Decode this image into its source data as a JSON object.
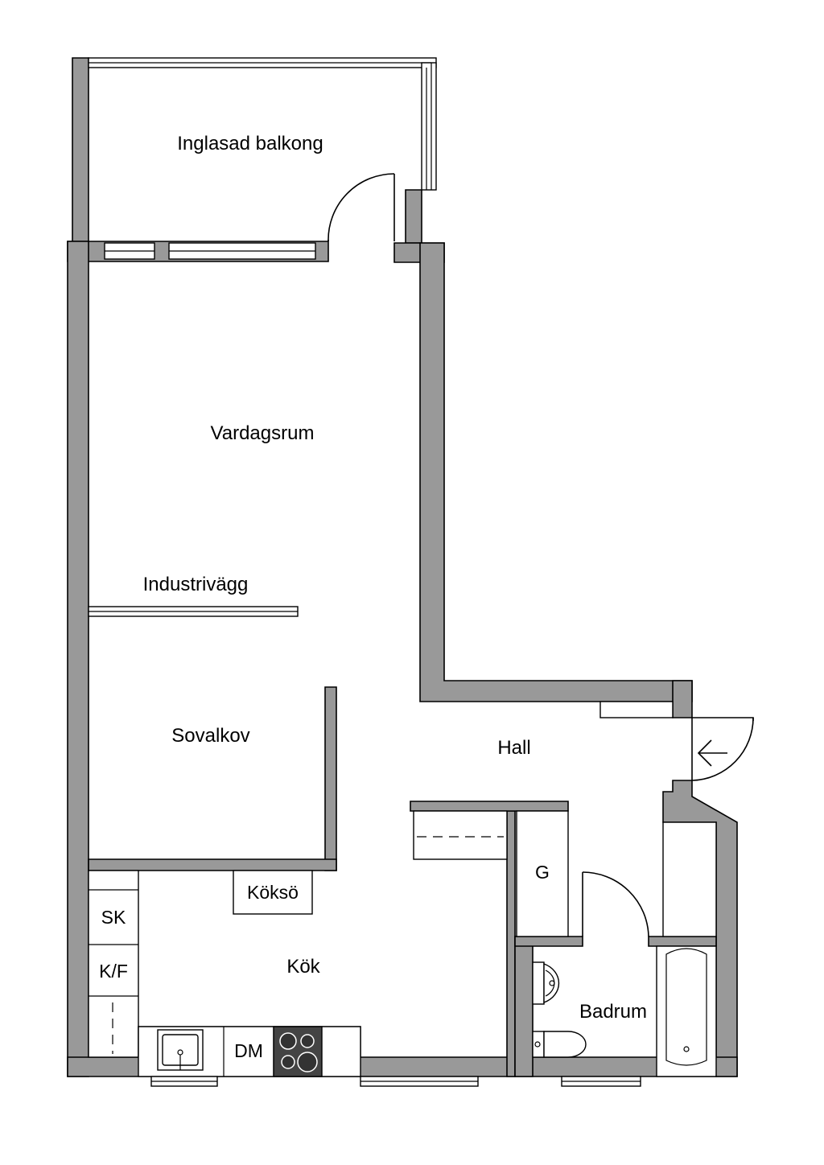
{
  "rooms": {
    "balcony": "Inglasad balkong",
    "living": "Vardagsrum",
    "partition": "Industrivägg",
    "alcove": "Sovalkov",
    "hall": "Hall",
    "kitchen": "Kök",
    "island": "Köksö",
    "bathroom": "Badrum"
  },
  "fixtures": {
    "wardrobe": "G",
    "freezer": "SK",
    "fridge": "K/F",
    "dishwasher": "DM"
  },
  "colors": {
    "wall": "#999999",
    "line": "#000000",
    "background": "#ffffff"
  }
}
